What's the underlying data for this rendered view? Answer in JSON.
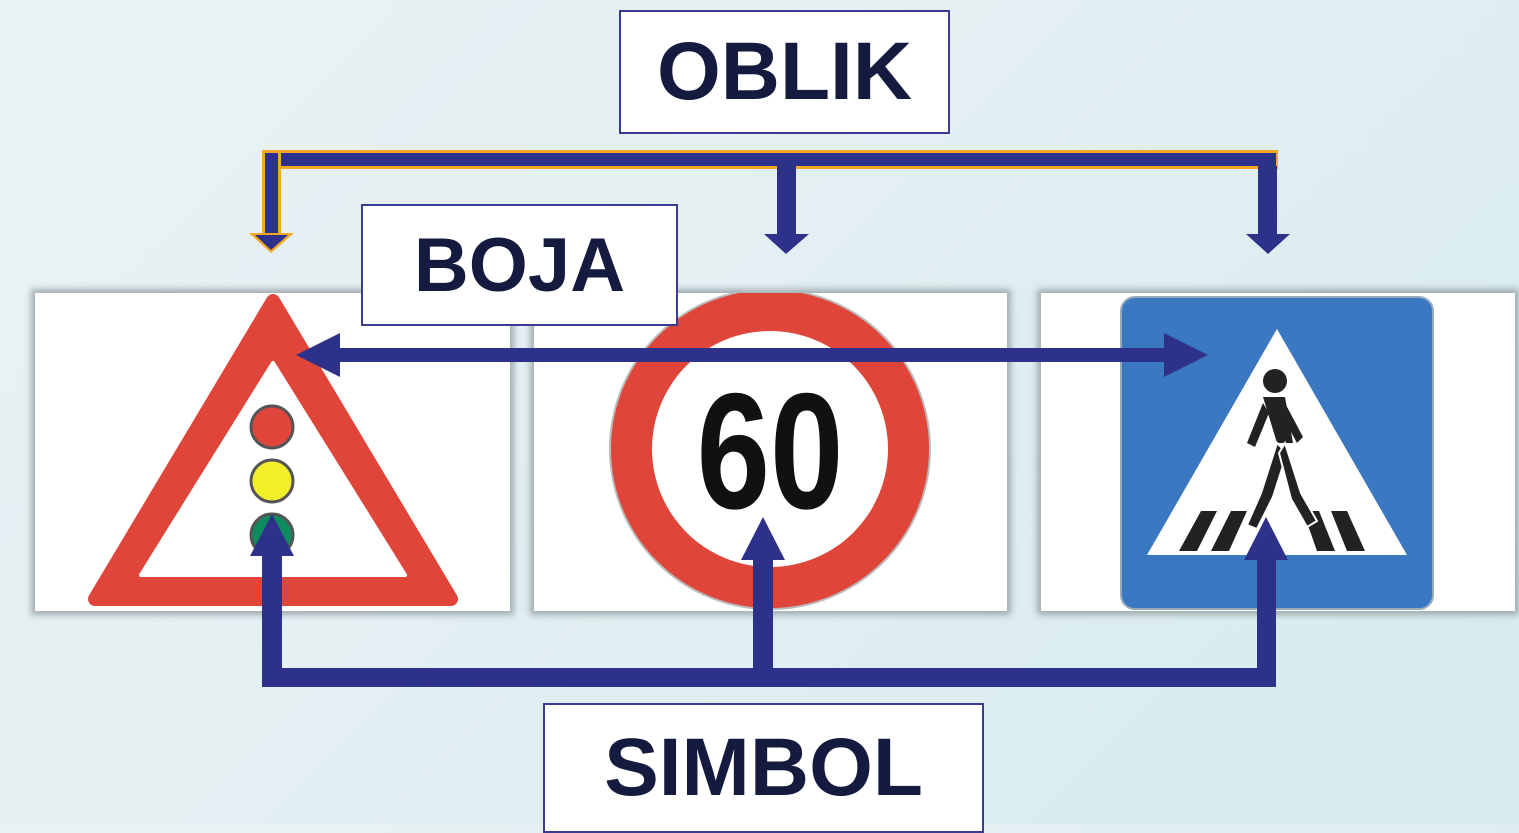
{
  "labels": {
    "oblik": "OBLIK",
    "boja": "BOJA",
    "simbol": "SIMBOL"
  },
  "signs": {
    "speed_limit_number": "60"
  },
  "colors": {
    "arrow": "#2e3189",
    "arrow_highlight": "#f5a623",
    "sign_red": "#e0453a",
    "sign_blue": "#3b78c2",
    "light_red": "#e0453a",
    "light_yellow": "#f2ee2a",
    "light_green": "#0f8c5e"
  },
  "icons": [
    "warning-triangle-traffic-light-icon",
    "speed-limit-60-icon",
    "pedestrian-crossing-icon"
  ]
}
